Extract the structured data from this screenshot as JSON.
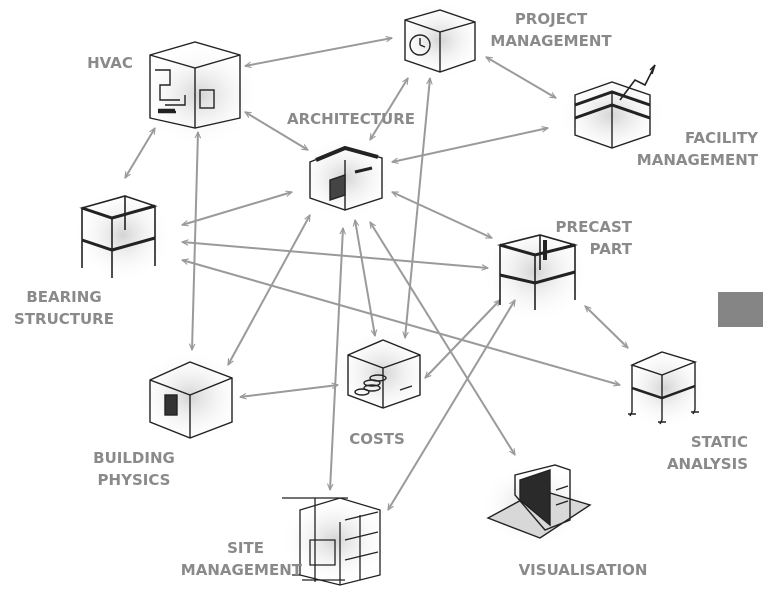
{
  "diagram": {
    "nodes": [
      {
        "id": "hvac",
        "label_lines": [
          "HVAC"
        ]
      },
      {
        "id": "project-management",
        "label_lines": [
          "PROJECT",
          "MANAGEMENT"
        ]
      },
      {
        "id": "architecture",
        "label_lines": [
          "ARCHITECTURE"
        ]
      },
      {
        "id": "facility-management",
        "label_lines": [
          "FACILITY",
          "MANAGEMENT"
        ]
      },
      {
        "id": "bearing-structure",
        "label_lines": [
          "BEARING",
          "STRUCTURE"
        ]
      },
      {
        "id": "precast-part",
        "label_lines": [
          "PRECAST",
          "PART"
        ]
      },
      {
        "id": "costs",
        "label_lines": [
          "COSTS"
        ]
      },
      {
        "id": "building-physics",
        "label_lines": [
          "BUILDING",
          "PHYSICS"
        ]
      },
      {
        "id": "static-analysis",
        "label_lines": [
          "STATIC",
          "ANALYSIS"
        ]
      },
      {
        "id": "site-management",
        "label_lines": [
          "SITE",
          "MANAGEMENT"
        ]
      },
      {
        "id": "visualisation",
        "label_lines": [
          "VISUALISATION"
        ]
      }
    ],
    "edges": [
      [
        "hvac",
        "project-management"
      ],
      [
        "hvac",
        "architecture"
      ],
      [
        "hvac",
        "bearing-structure"
      ],
      [
        "hvac",
        "building-physics"
      ],
      [
        "project-management",
        "architecture"
      ],
      [
        "project-management",
        "facility-management"
      ],
      [
        "project-management",
        "costs"
      ],
      [
        "architecture",
        "facility-management"
      ],
      [
        "architecture",
        "bearing-structure"
      ],
      [
        "architecture",
        "precast-part"
      ],
      [
        "architecture",
        "building-physics"
      ],
      [
        "architecture",
        "costs"
      ],
      [
        "architecture",
        "site-management"
      ],
      [
        "architecture",
        "visualisation"
      ],
      [
        "bearing-structure",
        "precast-part"
      ],
      [
        "bearing-structure",
        "static-analysis"
      ],
      [
        "precast-part",
        "static-analysis"
      ],
      [
        "precast-part",
        "costs"
      ],
      [
        "precast-part",
        "site-management"
      ],
      [
        "building-physics",
        "costs"
      ]
    ],
    "colors": {
      "arrows": "#9a9a9a",
      "labels": "#8a8a8a",
      "sketch": "#222222",
      "gray_square": "#858585"
    }
  }
}
